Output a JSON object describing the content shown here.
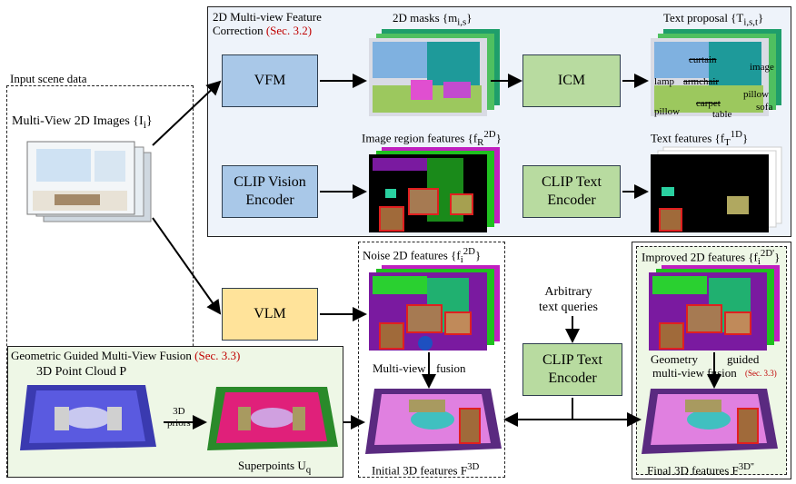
{
  "panels": {
    "input_scene": "Input scene data",
    "correction_title_1": "2D Multi-view Feature",
    "correction_title_2": "Correction",
    "correction_ref": "(Sec. 3.2)",
    "fusion_title": "Geometric Guided Multi-View Fusion",
    "fusion_ref": "(Sec. 3.3)"
  },
  "labels": {
    "multiview_images": "Multi-View 2D Images {I",
    "multiview_images_sub": "i",
    "multiview_images_end": "}",
    "masks": "2D masks {m",
    "masks_sub": "i,s",
    "masks_end": "}",
    "text_proposal": "Text proposal {T",
    "text_proposal_sub": "i,s,t",
    "text_proposal_end": "}",
    "image_region": "Image region features {f",
    "image_region_sub": "R",
    "image_region_sup": "2D",
    "image_region_end": "}",
    "text_features": "Text features {f",
    "text_features_sub": "T",
    "text_features_sup": "1D",
    "text_features_end": "}",
    "noise_2d": "Noise 2D features {f",
    "noise_2d_sub": "i",
    "noise_2d_sup": "2D",
    "noise_2d_end": "}",
    "improved_2d": "Improved 2D features {f",
    "improved_2d_sub": "i",
    "improved_2d_sup": "2D'",
    "improved_2d_end": "}",
    "multiview": "Multi-view",
    "fusion": "fusion",
    "geometry": "Geometry",
    "guided": "guided",
    "multiview_fusion": "multi-view fusion",
    "sec33_small": "(Sec. 3.3)",
    "point_cloud": "3D Point Cloud P",
    "priors_1": "3D",
    "priors_2": "priors",
    "superpoints": "Superpoints U",
    "superpoints_sub": "q",
    "initial_3d": "Initial 3D features F",
    "initial_3d_sup": "3D",
    "final_3d": "Final 3D features F",
    "final_3d_sup": "3D''",
    "arbitrary_1": "Arbitrary",
    "arbitrary_2": "text queries"
  },
  "modules": {
    "vfm": "VFM",
    "icm": "ICM",
    "clip_vision_1": "CLIP Vision",
    "clip_vision_2": "Encoder",
    "clip_text_1": "CLIP Text",
    "clip_text_2": "Encoder",
    "vlm": "VLM",
    "clip_text_b1": "CLIP Text",
    "clip_text_b2": "Encoder"
  },
  "proposal_words": {
    "curtain": "curtain",
    "image": "image",
    "lamp": "lamp",
    "armchair": "armchair",
    "pillow_r": "pillow",
    "sofa": "sofa",
    "pillow_l": "pillow",
    "carpet": "carpet",
    "table": "table"
  },
  "colors": {
    "vfm_fill": "#a9c8e8",
    "icm_fill": "#b8dba0",
    "vlm_fill": "#ffe39a",
    "panel_blue": "#eef3fa",
    "panel_green": "#eef7e6",
    "highlight": "#e02020"
  }
}
